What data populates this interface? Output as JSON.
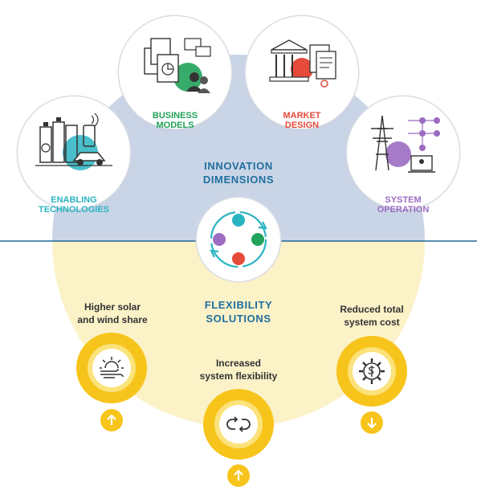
{
  "colors": {
    "blue_region": "#c9d5e6",
    "yellow_region": "#fcf2c8",
    "divider": "#1e6a99",
    "yellow": "#f7c41b",
    "yellow_ring": "#fbe27b",
    "teal": "#29b4c2",
    "green": "#21a35a",
    "red": "#e64a3a",
    "purple": "#9b6cc1",
    "blue_title": "#1f6e9e"
  },
  "innovation": {
    "title_line1": "INNOVATION",
    "title_line2": "DIMENSIONS",
    "dimensions": [
      {
        "id": "enabling",
        "line1": "ENABLING",
        "line2": "TECHNOLOGIES",
        "icon": "battery-ev-icon",
        "color": "#29b4c2"
      },
      {
        "id": "business",
        "line1": "BUSINESS",
        "line2": "MODELS",
        "icon": "documents-people-icon",
        "color": "#21a35a"
      },
      {
        "id": "market",
        "line1": "MARKET",
        "line2": "DESIGN",
        "icon": "building-documents-icon",
        "color": "#e64a3a"
      },
      {
        "id": "system",
        "line1": "SYSTEM",
        "line2": "OPERATION",
        "icon": "pylon-network-icon",
        "color": "#9b6cc1"
      }
    ]
  },
  "center_icon": "cycle-icon",
  "flexibility": {
    "title_line1": "FLEXIBILITY",
    "title_line2": "SOLUTIONS",
    "outcomes": [
      {
        "id": "solar",
        "line1": "Higher solar",
        "line2": "and wind share",
        "icon": "sun-wind-icon",
        "arrow": "up-arrow-icon"
      },
      {
        "id": "flex",
        "line1": "Increased",
        "line2": "system flexibility",
        "icon": "flex-link-icon",
        "arrow": "up-arrow-icon"
      },
      {
        "id": "cost",
        "line1": "Reduced total",
        "line2": "system cost",
        "icon": "cost-gear-icon",
        "arrow": "down-arrow-icon"
      }
    ]
  }
}
